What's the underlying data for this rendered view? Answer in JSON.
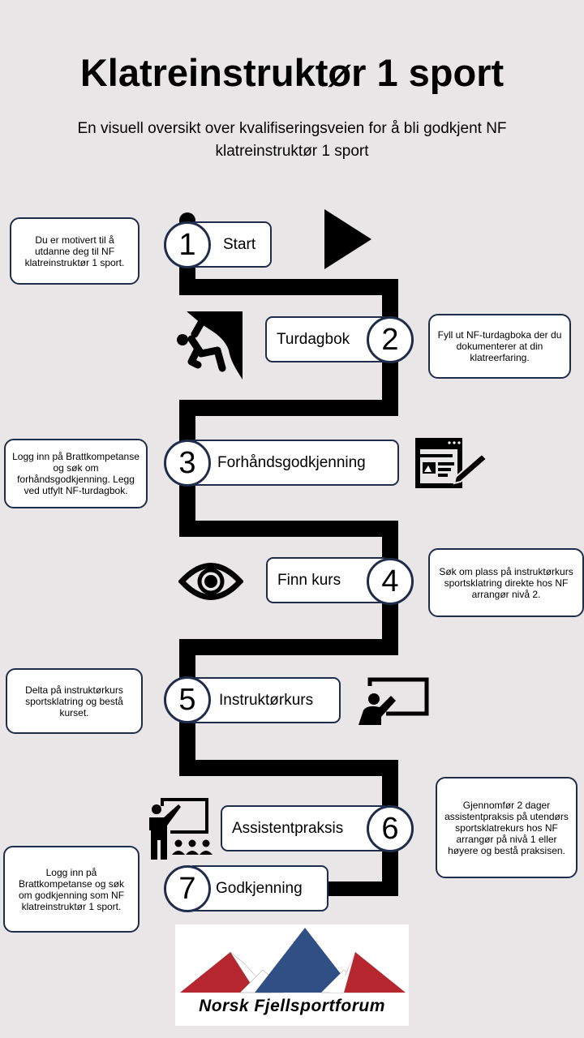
{
  "title": "Klatreinstruktør 1 sport",
  "subtitle": "En visuell oversikt over kvalifiseringsveien for å bli godkjent NF klatreinstruktør 1 sport",
  "steps": [
    {
      "number": "1",
      "label": "Start",
      "note": "Du er motivert til å utdanne deg til NF klatreinstruktør 1 sport.",
      "icon": "play-icon"
    },
    {
      "number": "2",
      "label": "Turdagbok",
      "note": "Fyll ut NF-turdagboka der du dokumenterer at din klatreerfaring.",
      "icon": "climber-icon"
    },
    {
      "number": "3",
      "label": "Forhåndsgodkjenning",
      "note": "Logg inn på Brattkompetanse og søk om forhåndsgodkjenning. Legg ved utfylt NF-turdagbok.",
      "icon": "web-form-icon"
    },
    {
      "number": "4",
      "label": "Finn kurs",
      "note": "Søk om plass på instruktørkurs sportsklatring direkte hos NF arrangør nivå 2.",
      "icon": "eye-icon"
    },
    {
      "number": "5",
      "label": "Instruktørkurs",
      "note": "Delta på instruktørkurs sportsklatring og bestå kurset.",
      "icon": "teacher-board-icon"
    },
    {
      "number": "6",
      "label": "Assistentpraksis",
      "note": "Gjennomfør 2 dager assistentpraksis på utendørs sportsklatrekurs hos NF arrangør på nivå 1 eller høyere og bestå praksisen.",
      "icon": "presenter-icon"
    },
    {
      "number": "7",
      "label": "Godkjenning",
      "note": "Logg inn på Brattkompetanse og søk om godkjenning som NF klatreinstruktør 1 sport."
    }
  ],
  "logo": {
    "text": "Norsk Fjellsportforum",
    "colors": {
      "red": "#b5262e",
      "blue": "#2f4f85"
    }
  }
}
